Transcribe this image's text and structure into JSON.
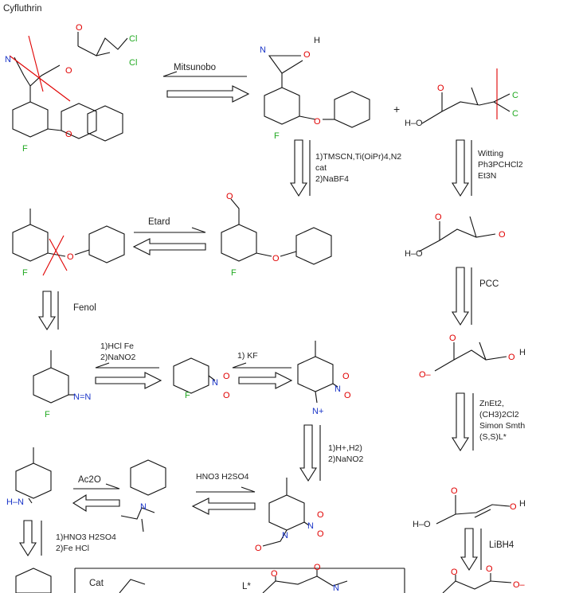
{
  "title": "Cyfluthrin",
  "atoms": {
    "cl": "Cl",
    "o": "O",
    "h": "H",
    "n": "N",
    "f": "F",
    "c": "C",
    "ho": "H–O",
    "hn": "H–N",
    "nn": "N=N",
    "nplus": "N+",
    "o_minus": "O–"
  },
  "colors": {
    "oxygen": "#e00000",
    "nitrogen": "#1a35c8",
    "halogen": "#22aa22",
    "bond": "#111111"
  },
  "reactions": {
    "mitsunobu": "Mitsunobo",
    "plus": "+",
    "tmscn_1": "1)TMSCN,Ti(OiPr)4,N2",
    "tmscn_2": "cat",
    "tmscn_3": "2)NaBF4",
    "wittig_1": "Witting",
    "wittig_2": "Ph3PCHCl2",
    "wittig_3": "Et3N",
    "etard": "Etard",
    "pcc": "PCC",
    "fenol": "Fenol",
    "hcl_1": "1)HCl Fe",
    "hcl_2": "2)NaNO2",
    "kf": "1) KF",
    "simmons_1": "ZnEt2,",
    "simmons_2": "(CH3)2Cl2",
    "simmons_3": "Simon Smth",
    "simmons_4": "(S,S)L*",
    "h_plus_1": "1)H+,H2)",
    "h_plus_2": "2)NaNO2",
    "ac2o": "Ac2O",
    "hno3_top": "HNO3 H2SO4",
    "hno3_1": "1)HNO3 H2SO4",
    "hno3_2": "2)Fe HCl",
    "libh4": "LiBH4",
    "cat": "Cat",
    "lstar": "L*"
  }
}
